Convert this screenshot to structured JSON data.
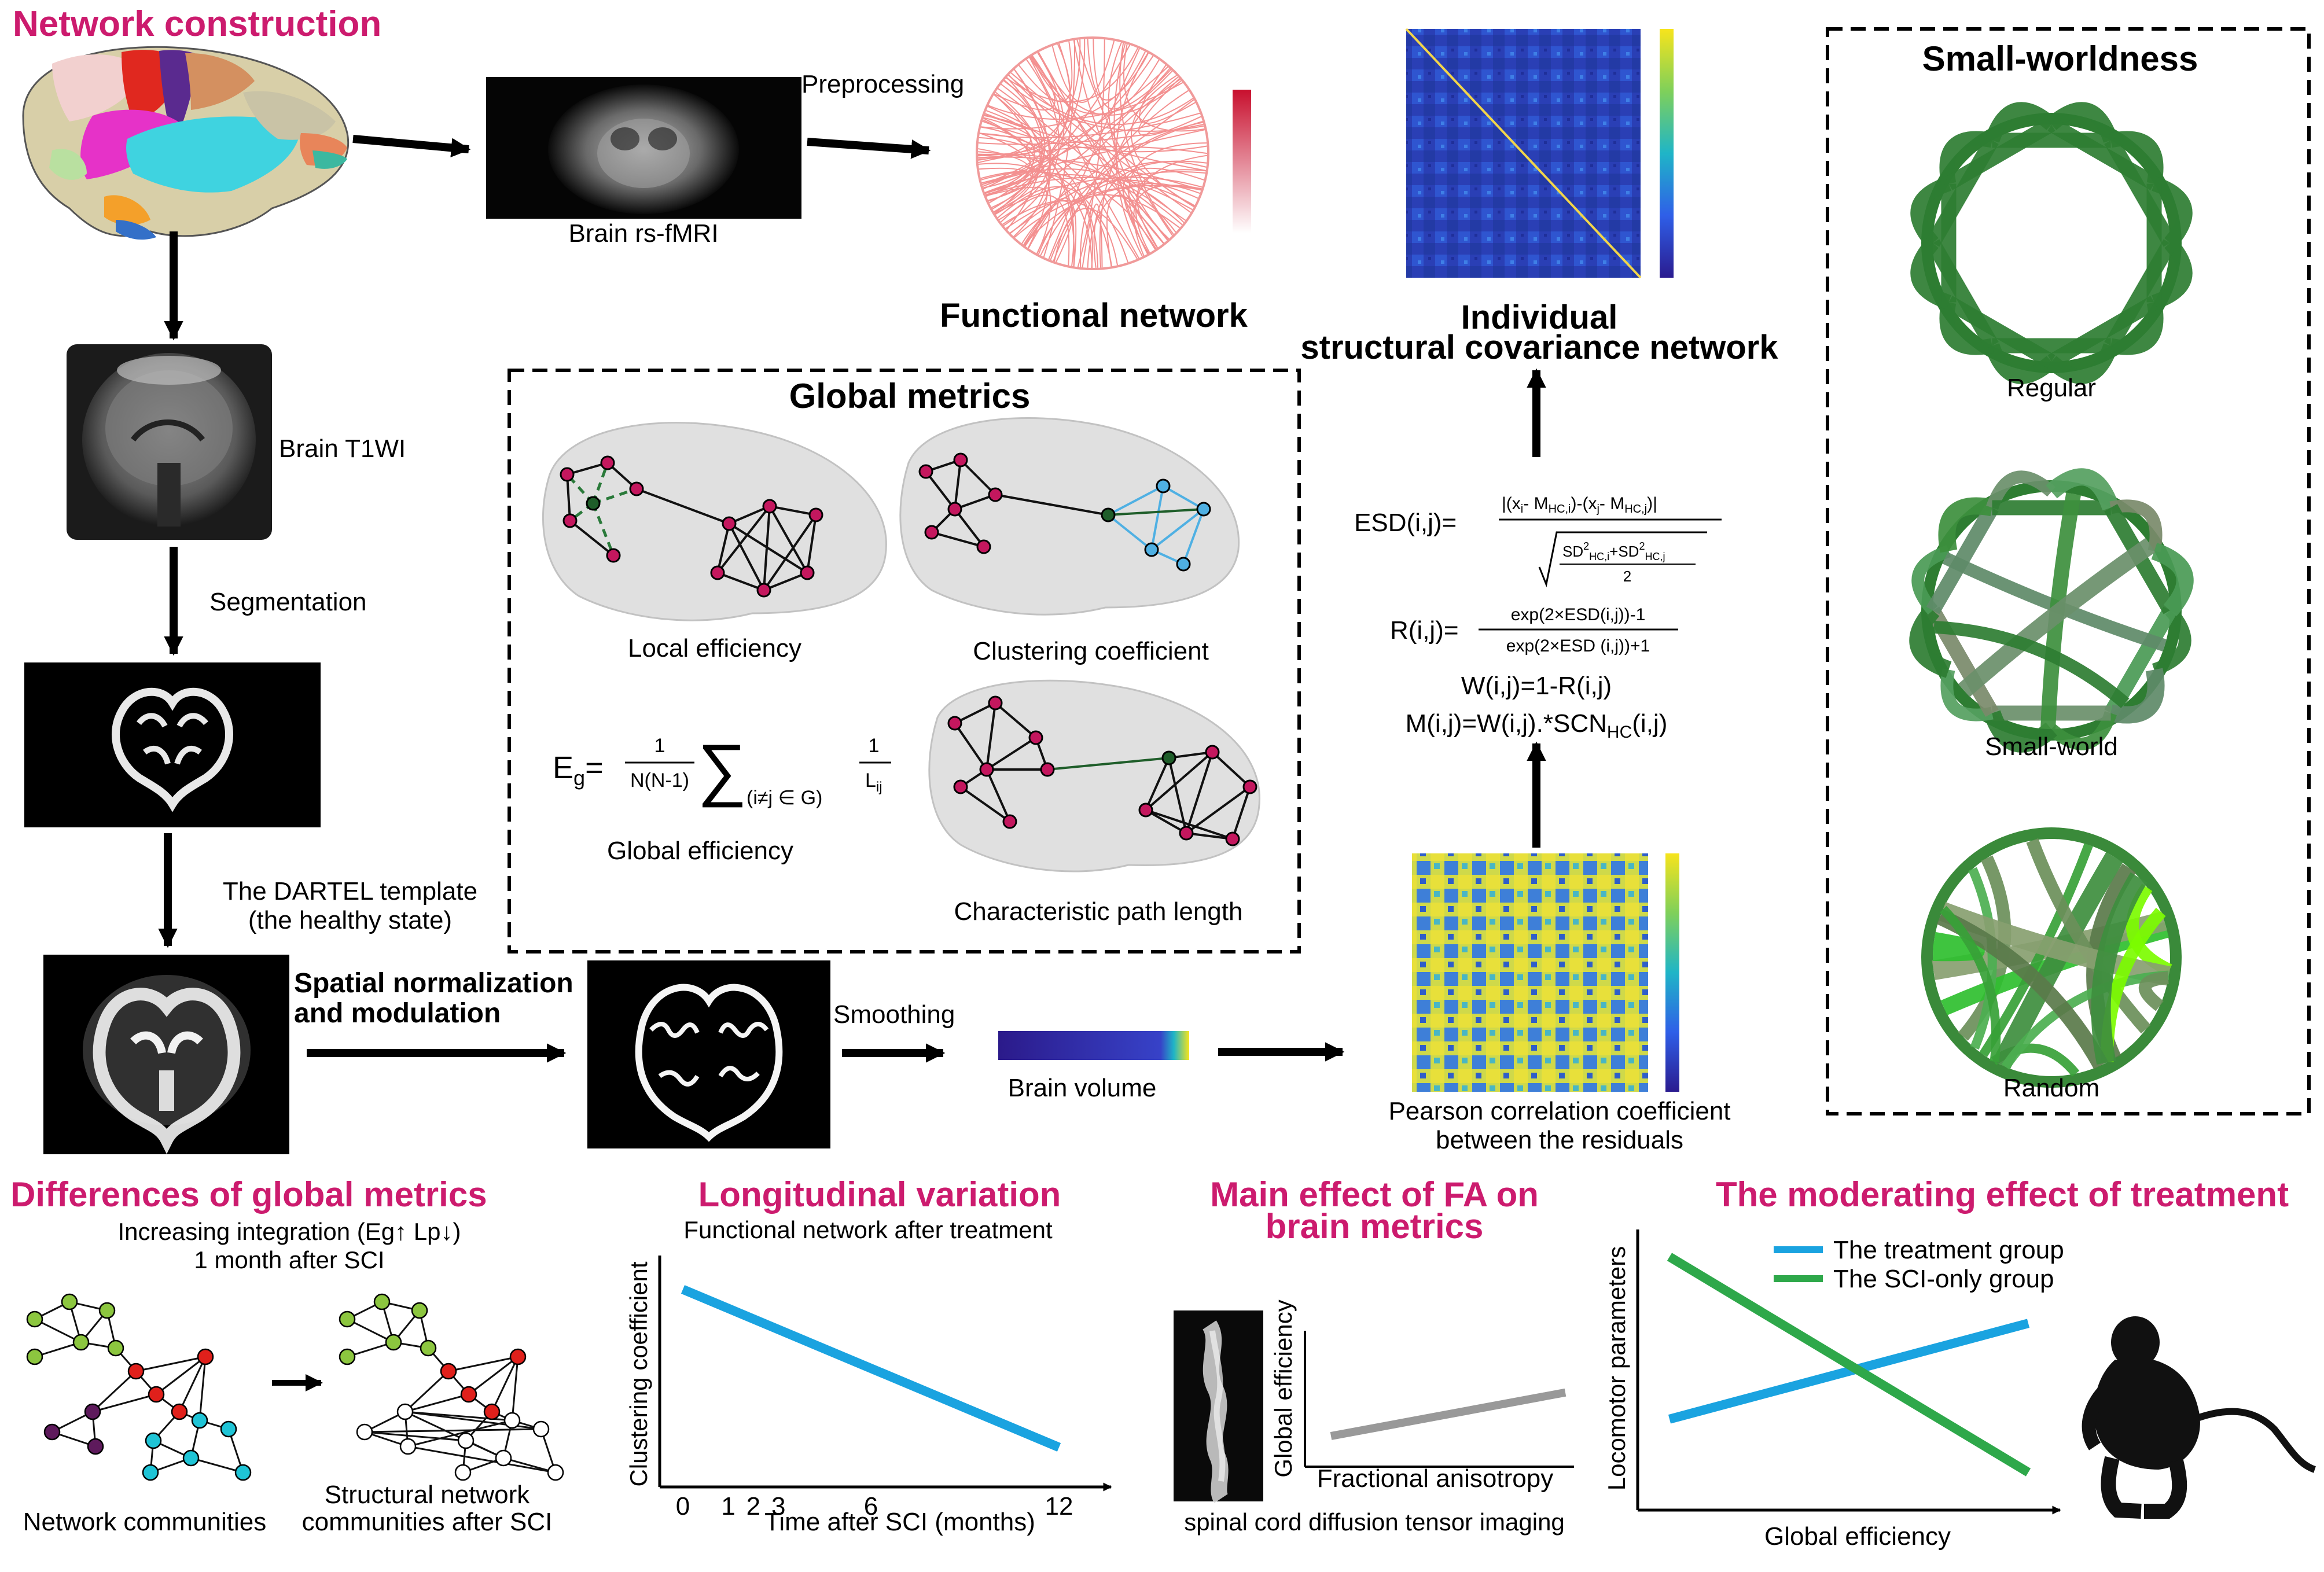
{
  "sections": {
    "network_construction": "Network construction",
    "small_worldness": "Small-worldness",
    "global_metrics": "Global metrics",
    "differences": "Differences of global metrics",
    "longitudinal": "Longitudinal variation",
    "main_effect_line1": "Main effect of FA on",
    "main_effect_line2": "brain metrics",
    "moderating": "The moderating effect of treatment"
  },
  "labels": {
    "preprocessing": "Preprocessing",
    "brain_rsfmri": "Brain rs-fMRI",
    "functional_network": "Functional network",
    "individual": "Individual",
    "scn": "structural covariance network",
    "brain_t1wi": "Brain T1WI",
    "segmentation": "Segmentation",
    "dartel_line1": "The DARTEL template",
    "dartel_line2": "(the healthy state)",
    "spatial_line1": "Spatial normalization",
    "spatial_line2": "and modulation",
    "smoothing": "Smoothing",
    "brain_volume": "Brain volume",
    "pearson_line1": "Pearson correlation coefficient",
    "pearson_line2": "between the residuals",
    "local_efficiency": "Local efficiency",
    "clustering_coefficient": "Clustering coefficient",
    "global_efficiency": "Global efficiency",
    "char_path_length": "Characteristic path length",
    "regular": "Regular",
    "small_world": "Small-world",
    "random": "Random"
  },
  "formulas": {
    "eg_lhs": "E",
    "eg_sub": "g",
    "eg_eq": "=",
    "eg_num": "1",
    "eg_den": "N(N-1)",
    "eg_sigma": "∑",
    "eg_range": "(i≠j ∈ G)",
    "eg_inv_num": "1",
    "eg_inv_den": "L",
    "eg_inv_sub": "ij",
    "esd_lhs": "ESD(i,j)=",
    "esd_num": "|(x",
    "esd_num_rest": "- M",
    "esd_num_hc": "HC,i",
    "esd_num_mid": ")-(x",
    "esd_num_j": "j",
    "esd_num_i": "i",
    "esd_num_mj": "- M",
    "esd_num_hcj": "HC,j",
    "esd_num_end": ")|",
    "esd_den_sd": "SD",
    "esd_den_sup": "2",
    "esd_den_sub_i": "HC,i",
    "esd_den_plus": "+SD",
    "esd_den_sub_j": "HC,j",
    "esd_den_two": "2",
    "r_lhs": "R(i,j)=",
    "r_num": "exp(2×ESD(i,j))-1",
    "r_den": "exp(2×ESD (i,j))+1",
    "w_eq": "W(i,j)=1-R(i,j)",
    "m_eq_a": "M(i,j)=W(i,j).*SCN",
    "m_eq_sub": "HC",
    "m_eq_b": "(i,j)"
  },
  "bottom": {
    "diff_sub1": "Increasing integration (Eg↑ Lp↓)",
    "diff_sub2": "1 month after SCI",
    "network_communities": "Network communities",
    "struct_comm1": "Structural network",
    "struct_comm2": "communities after SCI",
    "long_subtitle": "Functional network after treatment",
    "spinal_dti": "spinal cord diffusion tensor imaging"
  },
  "chart_data": [
    {
      "type": "line",
      "title": "",
      "xlabel": "Time after SCI (months)",
      "ylabel": "Clustering coefficient",
      "x_ticks": [
        "0",
        "1",
        "2",
        "3",
        "6",
        "12"
      ],
      "series": [
        {
          "x": [
            0,
            12
          ],
          "values": [
            0.85,
            0.15
          ]
        }
      ],
      "ylim": [
        0,
        1
      ],
      "colors": [
        "#1aa3e0"
      ],
      "grid": false
    },
    {
      "type": "line",
      "title": "",
      "xlabel": "Fractional anisotropy",
      "ylabel": "Global efficiency",
      "series": [
        {
          "x": [
            0,
            1
          ],
          "values": [
            0.2,
            0.55
          ]
        }
      ],
      "ylim": [
        0,
        1
      ],
      "colors": [
        "#999999"
      ],
      "grid": false
    },
    {
      "type": "line",
      "title": "",
      "xlabel": "Global efficiency",
      "ylabel": "Locomotor parameters",
      "series": [
        {
          "name": "The treatment group",
          "x": [
            0,
            1
          ],
          "values": [
            0.32,
            0.68
          ]
        },
        {
          "name": "The SCI-only group",
          "x": [
            0,
            1
          ],
          "values": [
            0.93,
            0.12
          ]
        }
      ],
      "ylim": [
        0,
        1
      ],
      "colors": [
        "#1aa3e0",
        "#2ea84a"
      ],
      "legend": "top",
      "grid": false
    }
  ],
  "colors": {
    "heading": "#cc1b6e",
    "node_magenta": "#c4175e",
    "node_green": "#1f5e2a",
    "node_blue": "#4fb0e3",
    "comm_green": "#8cc63f",
    "comm_red": "#e0201b",
    "comm_purple": "#5e1a5c",
    "comm_cyan": "#1fc4d6",
    "treatment": "#1aa3e0",
    "sci_only": "#2ea84a"
  }
}
